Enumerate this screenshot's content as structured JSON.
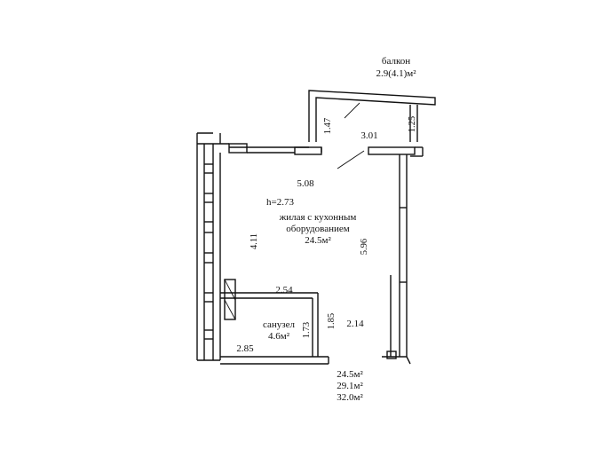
{
  "rooms": {
    "balcony": {
      "name": "балкон",
      "area": "2.9(4.1)м²"
    },
    "living": {
      "height": "h=2.73",
      "name_line1": "жилая с кухонным",
      "name_line2": "оборудованием",
      "area": "24.5м²"
    },
    "bathroom": {
      "name": "санузел",
      "area": "4.6м²"
    }
  },
  "dimensions": {
    "balcony_left": "1.47",
    "balcony_right": "1.25",
    "balcony_width": "3.01",
    "living_width": "5.08",
    "living_left_height": "4.11",
    "living_right_height": "5.96",
    "bath_partition_width": "2.54",
    "bath_right_wall": "1.73",
    "bath_outer_wall": "1.85",
    "corridor_width": "2.14",
    "bath_bottom_width": "2.85"
  },
  "totals": [
    "24.5м²",
    "29.1м²",
    "32.0м²"
  ]
}
